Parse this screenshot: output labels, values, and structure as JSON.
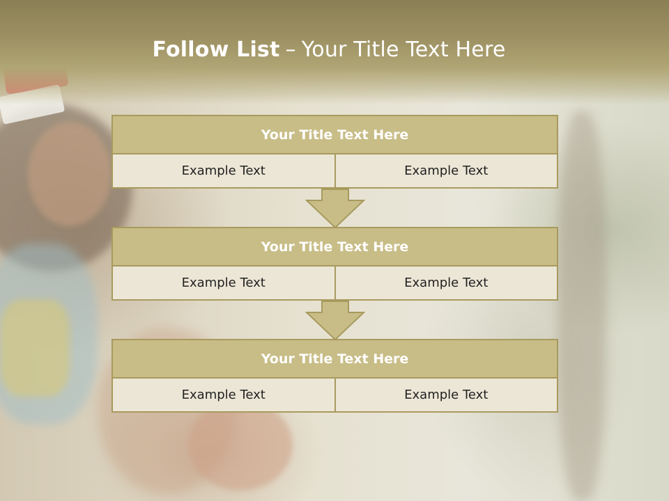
{
  "slide": {
    "title_bold": "Follow List",
    "title_separator": "–",
    "title_rest": "Your Title Text Here"
  },
  "steps": [
    {
      "title": "Your Title Text Here",
      "left": "Example Text",
      "right": "Example Text"
    },
    {
      "title": "Your Title Text Here",
      "left": "Example Text",
      "right": "Example Text"
    },
    {
      "title": "Your Title Text Here",
      "left": "Example Text",
      "right": "Example Text"
    }
  ],
  "colors": {
    "header_band": "#9c9062",
    "box_title_fill": "#c8bd87",
    "box_border": "#a89a5e",
    "cell_fill": "#ece6d6",
    "arrow_fill": "#c8bd87"
  },
  "icons": [
    "down-arrow-icon"
  ]
}
